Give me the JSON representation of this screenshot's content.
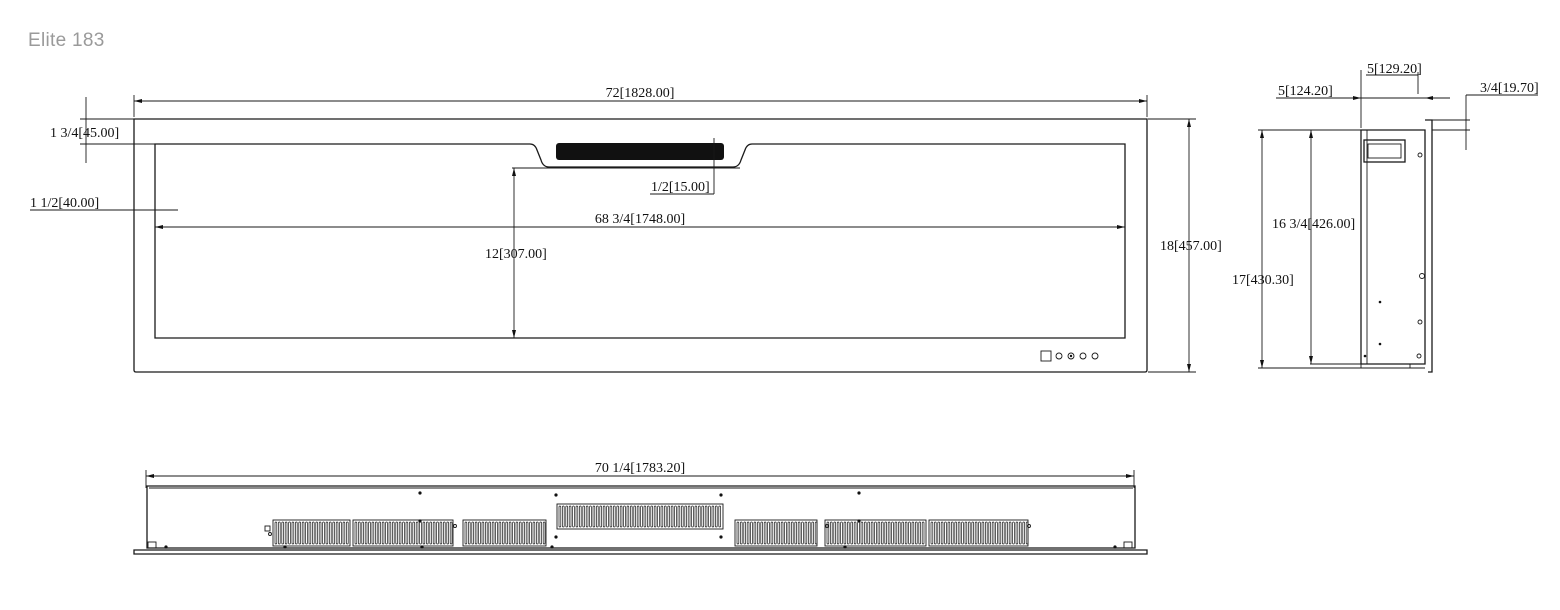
{
  "title": "Elite 183",
  "front_view": {
    "overall_width": "72[1828.00]",
    "top_border": "1 3/4[45.00]",
    "side_border": "1 1/2[40.00]",
    "opening_width": "68 3/4[1748.00]",
    "opening_height": "12[307.00]",
    "display_offset": "1/2[15.00]",
    "overall_height": "18[457.00]"
  },
  "side_view": {
    "top_depth": "5[129.20]",
    "depth": "5[124.20]",
    "flange": "3/4[19.70]",
    "inner_height": "16 3/4[426.00]",
    "body_height": "17[430.30]"
  },
  "bottom_view": {
    "width": "70 1/4[1783.20]"
  }
}
